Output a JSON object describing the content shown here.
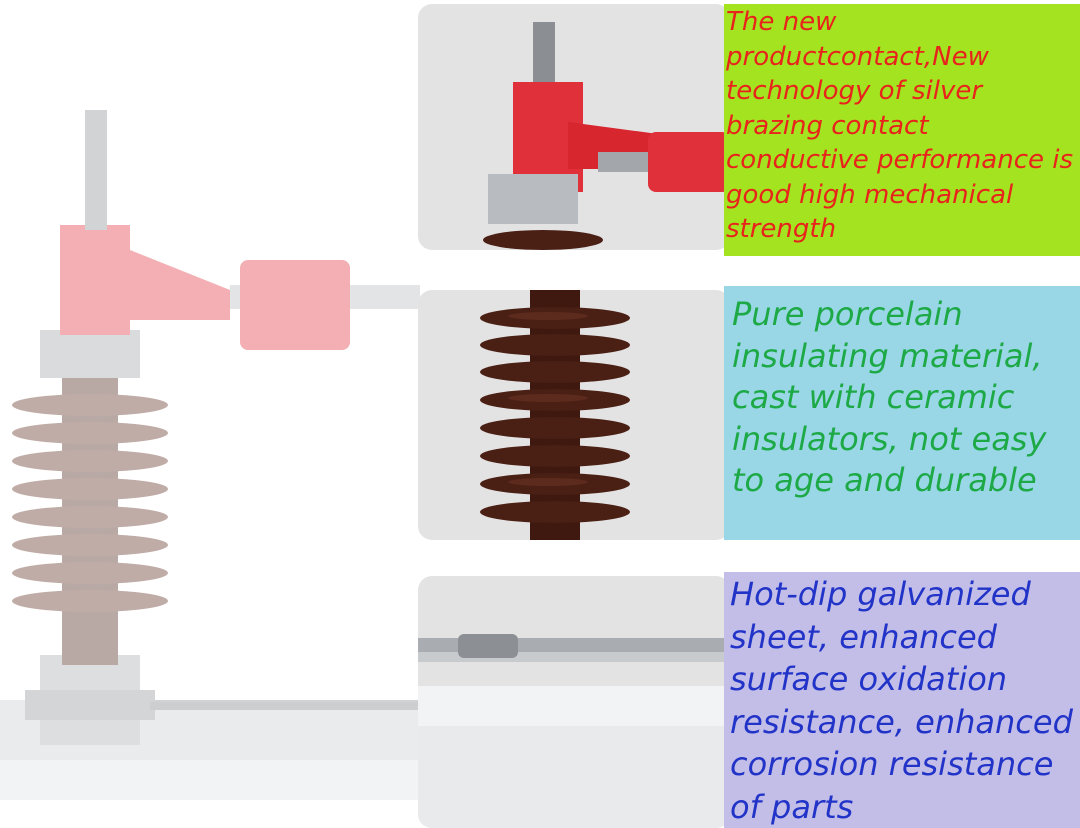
{
  "captions": {
    "contact": "The new productcontact,New technology of silver brazing contact conductive performance is good high mechanical strength",
    "porcelain": "Pure porcelain insulating material, cast with ceramic insulators, not easy to age and durable",
    "galvanized": "Hot-dip galvanized sheet, enhanced surface oxidation resistance, enhanced corrosion resistance of parts"
  },
  "colors": {
    "caption_contact_bg": "#a3e31f",
    "caption_contact_text": "#e8231c",
    "caption_porcelain_bg": "#99d7e7",
    "caption_porcelain_text": "#1da946",
    "caption_galvanized_bg": "#c2bee8",
    "caption_galvanized_text": "#2233c8",
    "insulator_brown": "#4a1f14",
    "contact_red": "#e0303a",
    "panel_grey": "#e3e3e3"
  }
}
